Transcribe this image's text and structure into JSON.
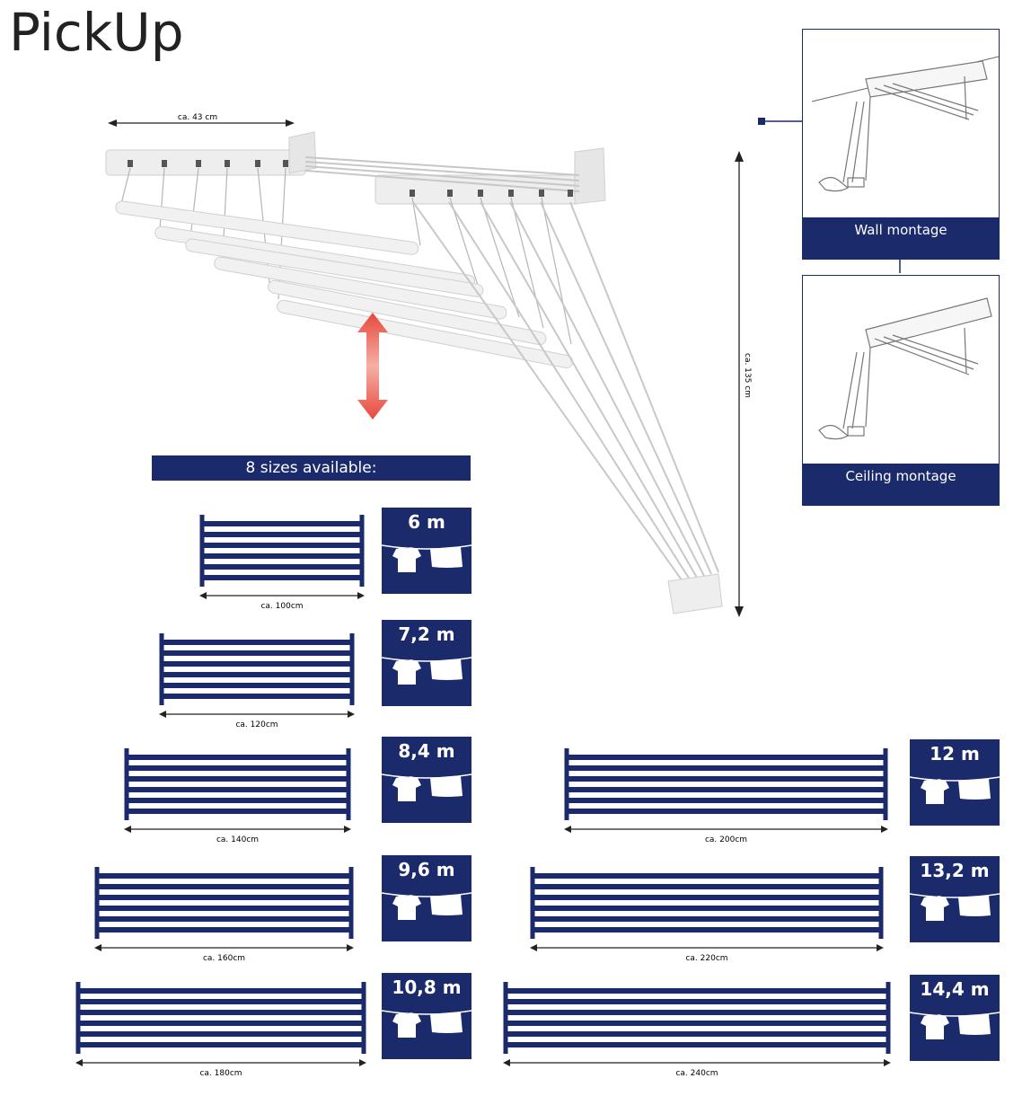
{
  "brand": "PickUp",
  "hero": {
    "width_label": "ca. 43 cm",
    "height_label": "ca. 135 cm"
  },
  "mounts": [
    {
      "label": "Wall montage"
    },
    {
      "label": "Ceiling montage"
    }
  ],
  "sizes_banner": "8 sizes available:",
  "sizes": [
    {
      "length": "6 m",
      "width": "ca. 100cm"
    },
    {
      "length": "7,2 m",
      "width": "ca. 120cm"
    },
    {
      "length": "8,4 m",
      "width": "ca. 140cm"
    },
    {
      "length": "9,6 m",
      "width": "ca. 160cm"
    },
    {
      "length": "10,8 m",
      "width": "ca. 180cm"
    },
    {
      "length": "12 m",
      "width": "ca. 200cm"
    },
    {
      "length": "13,2 m",
      "width": "ca. 220cm"
    },
    {
      "length": "14,4 m",
      "width": "ca. 240cm"
    }
  ],
  "colors": {
    "navy": "#1b2a6b",
    "arrow_top": "#e8483a",
    "arrow_mid": "#f4b0a6"
  },
  "icons": [
    "tshirt-icon",
    "towel-icon",
    "clothesline-icon",
    "double-arrow-icon"
  ]
}
